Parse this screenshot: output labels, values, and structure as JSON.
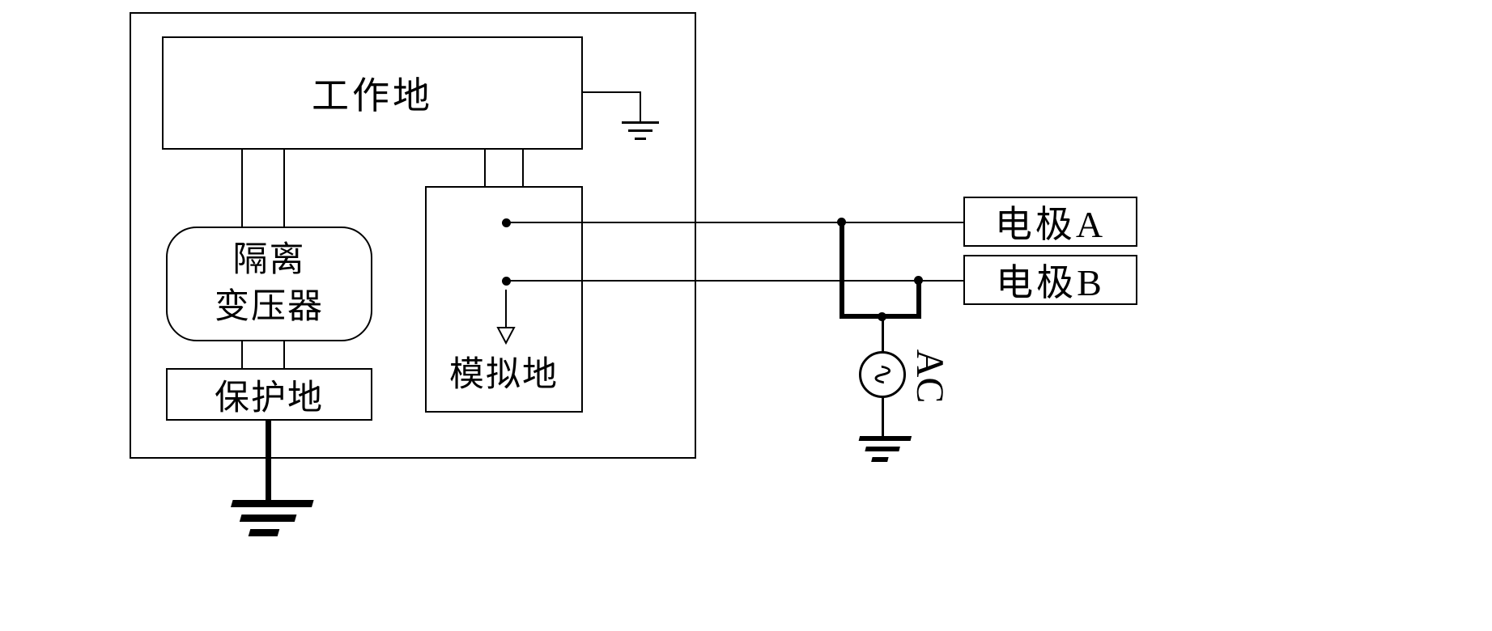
{
  "canvas": {
    "background": "#ffffff",
    "line_color": "#000000"
  },
  "device": {
    "working_ground_label": "工作地",
    "isolation_transformer_line1": "隔离",
    "isolation_transformer_line2": "变压器",
    "protective_ground_label": "保护地",
    "analog_ground_label": "模拟地"
  },
  "external": {
    "electrode_a_label": "电极A",
    "electrode_b_label": "电极B",
    "ac_source_label": "AC",
    "sine_symbol": "∿"
  }
}
